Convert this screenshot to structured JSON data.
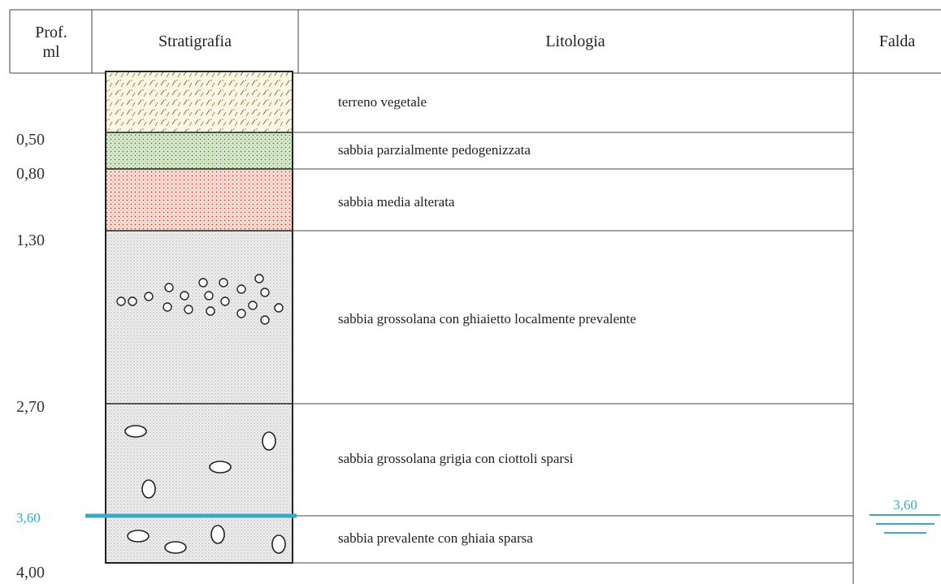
{
  "header": {
    "depth_title": "Prof.",
    "depth_unit": "ml",
    "stratigraphy": "Stratigrafia",
    "lithology": "Litologia",
    "water_table": "Falda"
  },
  "layers": [
    {
      "top": 0.0,
      "bottom": 0.5,
      "pattern": "vegetal-hatch",
      "description": "terreno vegetale"
    },
    {
      "top": 0.5,
      "bottom": 0.8,
      "pattern": "green-dots",
      "description": "sabbia parzialmente pedogenizzata"
    },
    {
      "top": 0.8,
      "bottom": 1.3,
      "pattern": "red-dots",
      "description": "sabbia media alterata"
    },
    {
      "top": 1.3,
      "bottom": 2.7,
      "pattern": "gravel-pebbles",
      "description": "sabbia grossolana con ghiaietto localmente prevalente"
    },
    {
      "top": 2.7,
      "bottom": 3.6,
      "pattern": "sparse-cobbles",
      "description": "sabbia grossolana grigia con ciottoli sparsi"
    },
    {
      "top": 3.6,
      "bottom": 4.0,
      "pattern": "sparse-gravel",
      "description": "sabbia prevalente con ghiaia sparsa"
    }
  ],
  "depth_labels": [
    "0,50",
    "0,80",
    "1,30",
    "2,70",
    "4,00"
  ],
  "water_table": {
    "depth": 3.6,
    "label": "3,60",
    "color": "#3aa8c8"
  },
  "colors": {
    "vegetal_fill": "#fbf5e6",
    "vegetal_hatch": "#8a6d2a",
    "green_fill": "#dbe8cf",
    "green_dots": "#4f8a3a",
    "red_fill": "#f8e0d8",
    "red_dots": "#d23b2b",
    "sand_fill": "#efefef",
    "sand_dots": "#8a8a8a"
  }
}
